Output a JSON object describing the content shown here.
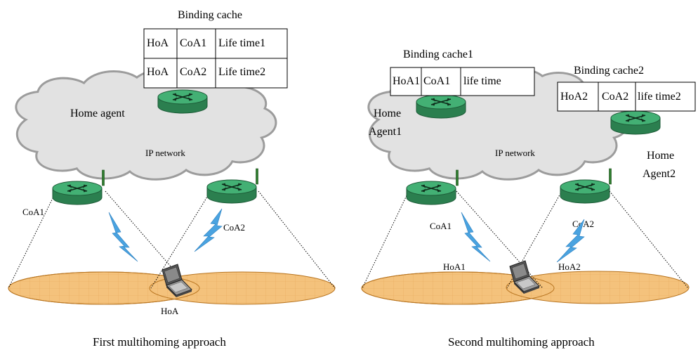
{
  "left": {
    "cache_title": "Binding cache",
    "table": [
      [
        "HoA",
        "CoA1",
        "Life time1"
      ],
      [
        "HoA",
        "CoA2",
        "Life time2"
      ]
    ],
    "home_agent": "Home agent",
    "network": "IP network",
    "coa1": "CoA1",
    "coa2": "CoA2",
    "hoa": "HoA",
    "caption": "First multihoming approach"
  },
  "right": {
    "cache1_title": "Binding cache1",
    "table1": [
      "HoA1",
      "CoA1",
      "life time"
    ],
    "cache2_title": "Binding cache2",
    "table2": [
      "HoA2",
      "CoA2",
      "life time2"
    ],
    "home_agent1_line1": "Home",
    "home_agent1_line2": "Agent1",
    "home_agent2_line1": "Home",
    "home_agent2_line2": "Agent2",
    "network": "IP network",
    "coa1": "CoA1",
    "coa2": "CoA2",
    "hoa1": "HoA1",
    "hoa2": "HoA2",
    "caption": "Second multihoming approach"
  },
  "colors": {
    "router_body": "#2e8b57",
    "router_top": "#3daa6e",
    "cloud_fill": "#dcdcdc",
    "cloud_stroke": "#9a9a9a",
    "cell_fill": "#f5c27a",
    "cell_stroke": "#c77a1a",
    "lightning": "#4aa3e0"
  },
  "icons": [
    "router-icon",
    "cloud-shape",
    "antenna-icon",
    "lightning-icon",
    "laptop-icon"
  ]
}
